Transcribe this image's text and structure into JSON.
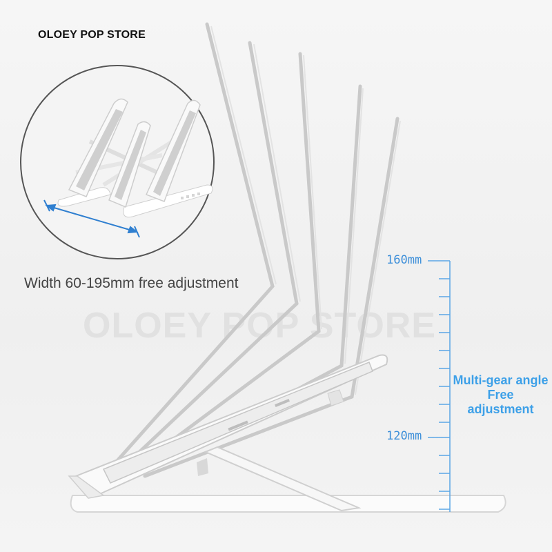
{
  "store_name": "OLOEY POP STORE",
  "watermark": "OLOEY POP STORE",
  "width_caption": "Width 60-195mm free adjustment",
  "height_scale": {
    "top_label": "160mm",
    "bottom_label": "120mm"
  },
  "angle_caption": {
    "line1": "Multi-gear angle",
    "line2": "Free",
    "line3": "adjustment"
  },
  "colors": {
    "accent": "#3d8fd9",
    "caption_blue": "#3da0e8"
  }
}
